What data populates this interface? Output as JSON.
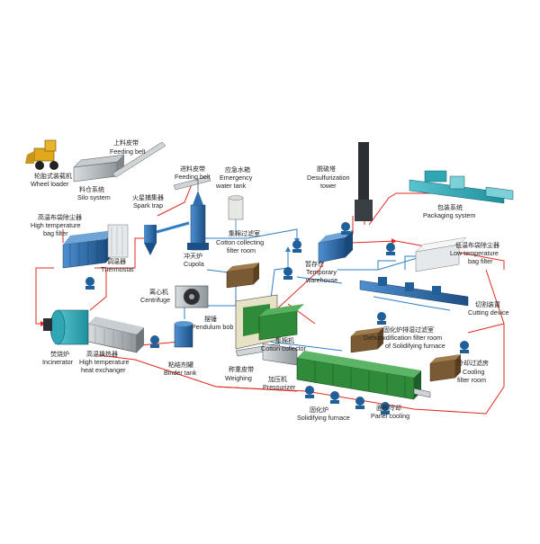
{
  "colors": {
    "flow_red": "#e0281e",
    "flow_blue": "#2f7ec4",
    "machine_teal": "#2ea6b4",
    "machine_blue": "#1f5f9a",
    "machine_green": "#2f8a3a",
    "filter_brown": "#7a5a34",
    "tower_dark": "#2b2f33"
  },
  "icons": [
    "fan-icon",
    "wheel-loader-icon",
    "tower-icon"
  ],
  "labels": {
    "wheel_loader": {
      "zh": "轮胎式装载机",
      "en": "Wheel loader"
    },
    "silo_system": {
      "zh": "料仓系统",
      "en": "Silo system"
    },
    "feeding_belt_top": {
      "zh": "上料皮带",
      "en": "Feeding belt"
    },
    "feeding_belt": {
      "zh": "进料皮带",
      "en": "Feeding belt"
    },
    "emergency_tank": {
      "zh": "应急水箱",
      "en1": "Emergency",
      "en2": "water tank"
    },
    "spark_trap": {
      "zh": "火星捕集器",
      "en": "Spark trap"
    },
    "ht_bag_filter": {
      "zh": "高温布袋除尘器",
      "en1": "High temperature",
      "en2": "bag filter"
    },
    "thermostat": {
      "zh": "调温器",
      "en": "Thermostat"
    },
    "cupola": {
      "zh": "冲天炉",
      "en": "Cupola"
    },
    "cotton_filter_room": {
      "zh": "集棉过滤室",
      "en1": "Cotton collecting",
      "en2": "filter room"
    },
    "desulfurization": {
      "zh": "脱硫塔",
      "en1": "Desulfurization",
      "en2": "tower"
    },
    "packaging": {
      "zh": "包装系统",
      "en": "Packaging system"
    },
    "temp_warehouse": {
      "zh": "暂存仓",
      "en1": "Temporary",
      "en2": "warehouse"
    },
    "lt_bag_filter": {
      "zh": "低温布袋除尘器",
      "en1": "Low temperature",
      "en2": "bag filter"
    },
    "centrifuge": {
      "zh": "离心机",
      "en": "Centrifuge"
    },
    "pendulum": {
      "zh": "摆锤",
      "en": "Pendulum bob"
    },
    "cutting": {
      "zh": "切割装置",
      "en": "Cutting device"
    },
    "incinerator": {
      "zh": "焚烧炉",
      "en": "Incinerator"
    },
    "ht_heat_exchanger": {
      "zh": "高温换热器",
      "en": "High temperature",
      "en2": "heat exchanger"
    },
    "binder_tank": {
      "zh": "粘结剂罐",
      "en": "Binder tank"
    },
    "cotton_collector": {
      "zh": "集棉机",
      "en": "Cotton collector"
    },
    "weighing": {
      "zh": "称重皮带",
      "en": "Weighing"
    },
    "pressurizer": {
      "zh": "加压机",
      "en": "Pressurizer"
    },
    "dehumid_filter": {
      "zh": "固化炉排湿过滤室",
      "en1": "Dehumidification filter room",
      "en2": "of Solidifying furnace"
    },
    "cooling_filter": {
      "zh": "冷却过滤房",
      "en1": "Cooling",
      "en2": "filter room"
    },
    "solidifying": {
      "zh": "固化炉",
      "en": "Solidifying furnace"
    },
    "panel_cooling": {
      "zh": "面板冷却",
      "en": "Panel cooling"
    }
  }
}
